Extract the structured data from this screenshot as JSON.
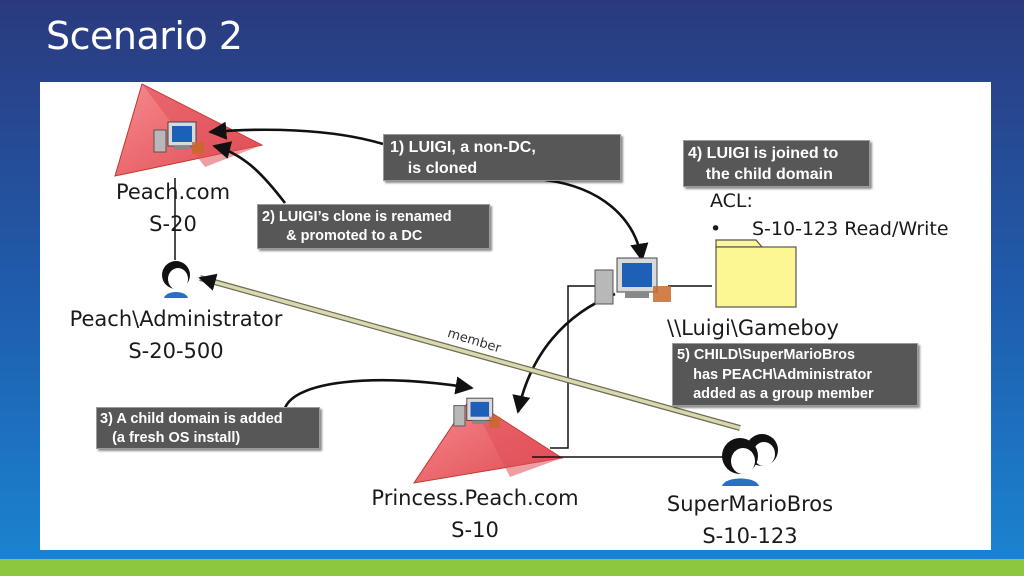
{
  "title": "Scenario 2",
  "nodes": {
    "peach_domain": "Peach.com",
    "peach_sid": "S-20",
    "admin_name": "Peach\\Administrator",
    "admin_sid": "S-20-500",
    "luigi_share": "\\\\Luigi\\Gameboy",
    "princess_domain": "Princess.Peach.com",
    "princess_sid": "S-10",
    "group_name": "SuperMarioBros",
    "group_sid": "S-10-123"
  },
  "acl": {
    "heading": "ACL:",
    "bullet": "•",
    "entry": "S-10-123 Read/Write"
  },
  "edge_label": "member",
  "callouts": {
    "step1": "1) LUIGI, a non-DC,\n    is cloned",
    "step2": "2) LUIGI’s clone is renamed\n      & promoted to a DC",
    "step3": "3) A child domain is added\n   (a fresh OS install)",
    "step4": "4) LUIGI is joined to\n    the child domain",
    "step5": "5) CHILD\\SuperMarioBros\n    has PEACH\\Administrator\n    added as a group member"
  },
  "icons": {
    "peach_pyramid": "red-pyramid-icon",
    "princess_pyramid": "red-pyramid-icon",
    "computer": "computer-icon",
    "user": "user-icon",
    "group": "group-icon",
    "folder": "folder-icon"
  },
  "colors": {
    "pyramid_fill": "#f26d73",
    "callout_bg": "#575757",
    "folder_fill": "#fdf793",
    "member_arrow": "#c8c7a0",
    "accent_bar": "#8dc63f"
  }
}
